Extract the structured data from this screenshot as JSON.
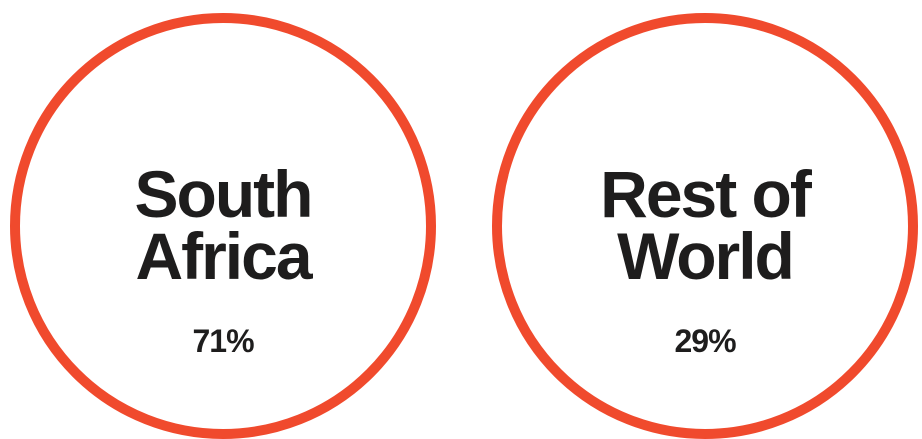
{
  "segments": [
    {
      "line1": "South",
      "line2": "Africa",
      "percent": "71%"
    },
    {
      "line1": "Rest of",
      "line2": "World",
      "percent": "29%"
    }
  ],
  "colors": {
    "ring": "#f04a2d",
    "text": "#1e1d1d",
    "background": "#ffffff"
  }
}
